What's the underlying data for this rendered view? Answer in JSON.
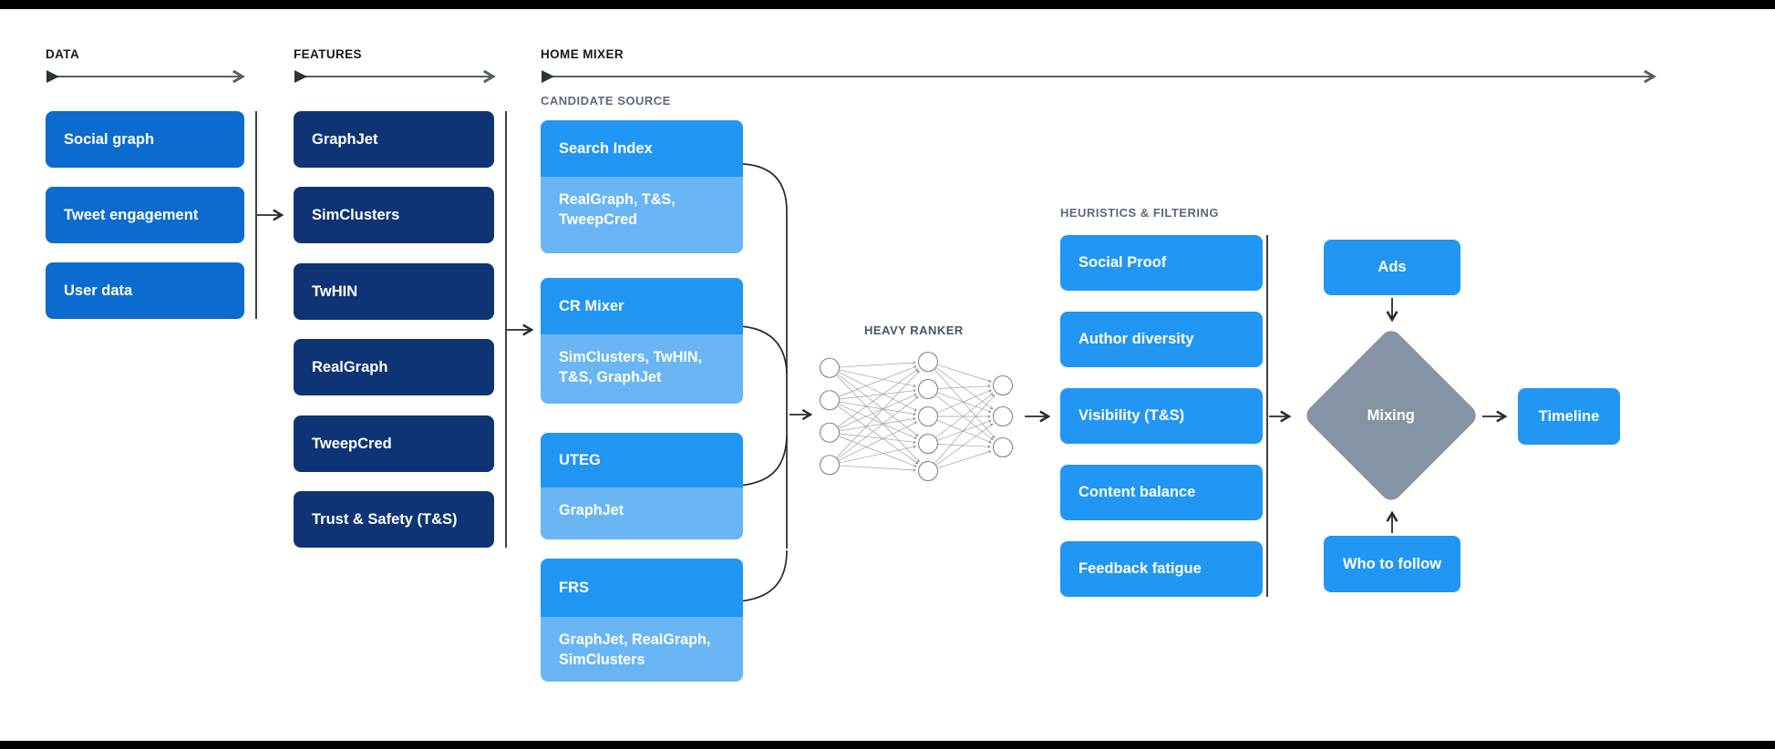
{
  "colors": {
    "bar": "#000000",
    "data-blue": "#0C6BCE",
    "navy": "#0F3475",
    "bright-blue": "#2196F3",
    "light-blue": "#6AB5F3",
    "gray-diamond": "#8593A3",
    "header-text": "#16181C",
    "label-gray": "#5B6B7B",
    "ranker-label": "#46566B",
    "line-dark": "#272B2F",
    "line-gray": "#585F66",
    "nn-stroke": "#7E8691",
    "nn-edge": "#9AA1A9"
  },
  "sections": {
    "data": {
      "label": "DATA",
      "items": [
        "Social graph",
        "Tweet engagement",
        "User data"
      ]
    },
    "features": {
      "label": "FEATURES",
      "items": [
        "GraphJet",
        "SimClusters",
        "TwHIN",
        "RealGraph",
        "TweepCred",
        "Trust & Safety (T&S)"
      ]
    },
    "home_mixer": {
      "label": "HOME MIXER",
      "candidate_source": {
        "label": "CANDIDATE SOURCE",
        "items": [
          {
            "title": "Search Index",
            "features": "RealGraph, T&S, TweepCred"
          },
          {
            "title": "CR Mixer",
            "features": "SimClusters, TwHIN, T&S, GraphJet"
          },
          {
            "title": "UTEG",
            "features": "GraphJet"
          },
          {
            "title": "FRS",
            "features": "GraphJet, RealGraph, SimClusters"
          }
        ]
      },
      "heavy_ranker": {
        "label": "HEAVY RANKER",
        "layers": [
          4,
          5,
          3
        ]
      },
      "heuristics": {
        "label": "HEURISTICS & FILTERING",
        "items": [
          "Social Proof",
          "Author diversity",
          "Visibility (T&S)",
          "Content balance",
          "Feedback fatigue"
        ]
      },
      "output": {
        "ads": "Ads",
        "mixing": "Mixing",
        "who_to_follow": "Who to follow",
        "timeline": "Timeline"
      }
    }
  }
}
